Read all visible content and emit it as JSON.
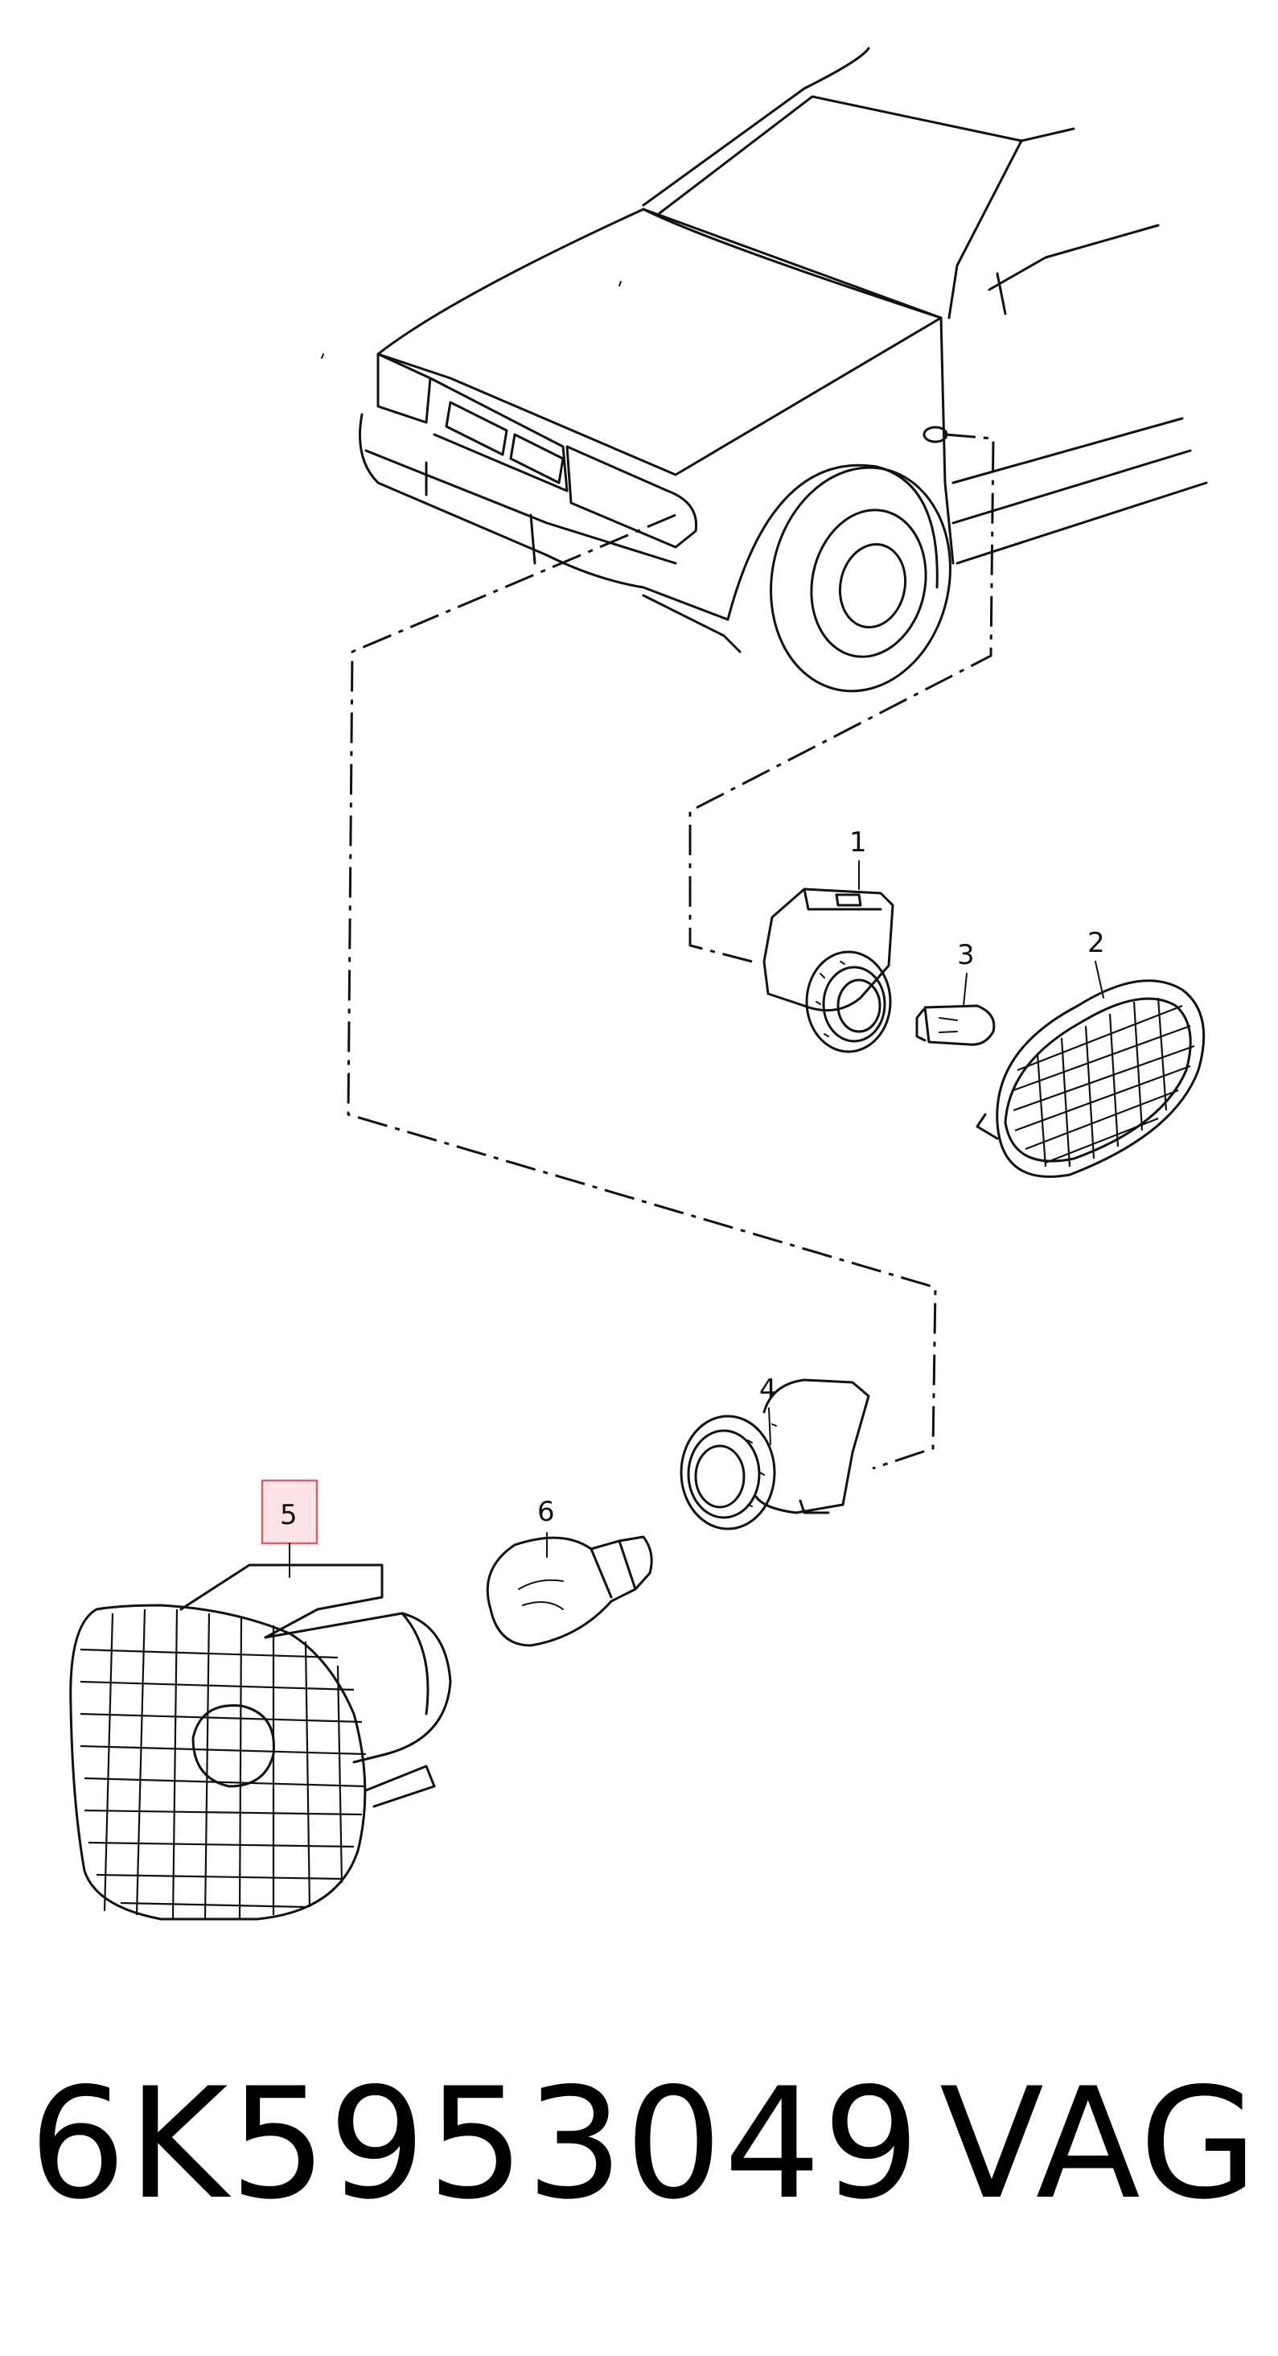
{
  "callouts": [
    {
      "id": "1",
      "label": "1",
      "highlighted": false
    },
    {
      "id": "2",
      "label": "2",
      "highlighted": false
    },
    {
      "id": "3",
      "label": "3",
      "highlighted": false
    },
    {
      "id": "4",
      "label": "4",
      "highlighted": false
    },
    {
      "id": "5",
      "label": "5",
      "highlighted": true
    },
    {
      "id": "6",
      "label": "6",
      "highlighted": false
    }
  ],
  "footer": {
    "part_number": "6K5953049",
    "brand": "VAG"
  },
  "colors": {
    "line": "#111111",
    "highlight_fill": "#fbe3e6",
    "highlight_border": "#d9616f",
    "background": "#ffffff"
  }
}
